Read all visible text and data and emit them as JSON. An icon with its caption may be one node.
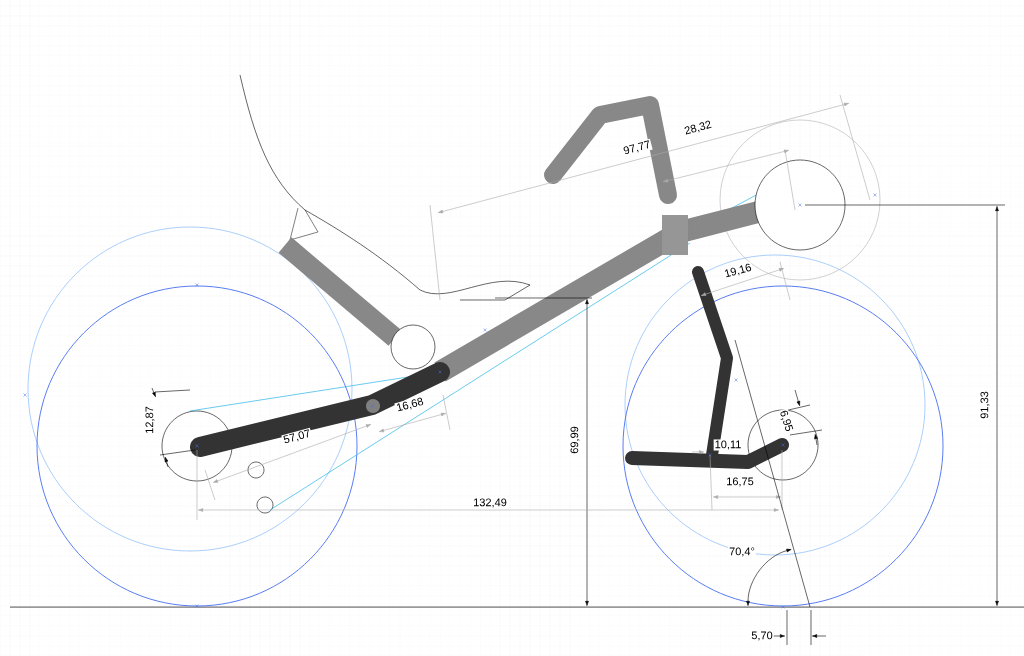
{
  "diagram": {
    "labels": [
      "28,32",
      "97,77",
      "19,16",
      "91,33",
      "16,68",
      "12,87",
      "6,95",
      "69,99",
      "57,07",
      "10,11",
      "16,75",
      "132,49",
      "70,4°",
      "5,70"
    ]
  }
}
